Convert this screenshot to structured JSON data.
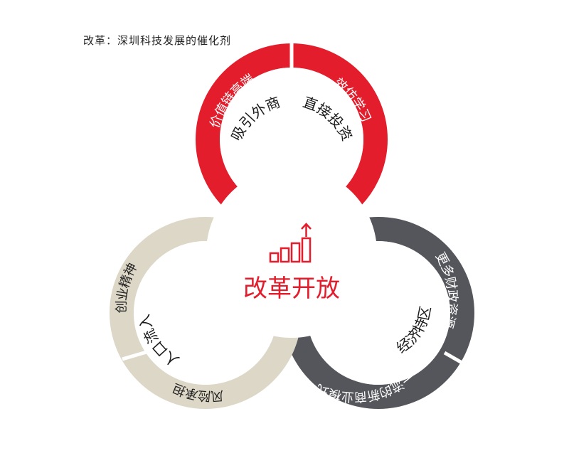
{
  "title": "改革：深圳科技发展的催化剂",
  "colors": {
    "red": "#e31d2b",
    "beige": "#dcd7c6",
    "gray": "#55565b",
    "center": "#e31d2b"
  },
  "center": {
    "label": "改革开放",
    "icon": "rising-bar-chart-arrow-icon"
  },
  "red_lobe": {
    "band_left": "价值链高端",
    "band_right": "效仿学习",
    "inner_left": "吸引外商",
    "inner_right": "直接投资"
  },
  "gray_lobe": {
    "band_right": "更多财政资源",
    "band_bottom": "一流的新商业模式",
    "inner": "经济特区"
  },
  "beige_lobe": {
    "band_left": "创业精神",
    "band_bottom": "风险承担",
    "inner": "人口流入"
  }
}
